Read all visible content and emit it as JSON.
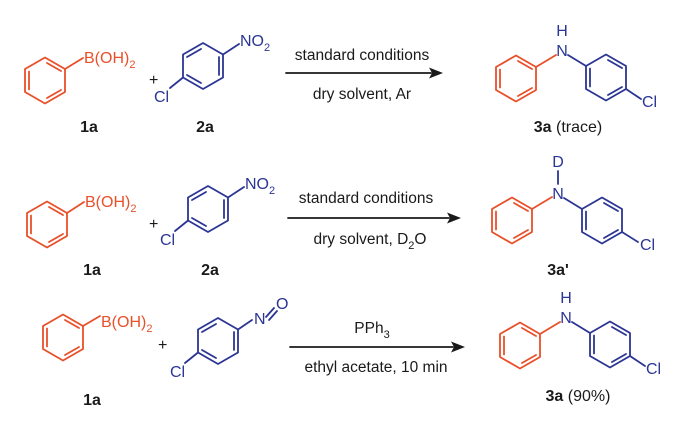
{
  "reactions": [
    {
      "reagents": {
        "boronic_label": "B(OH)",
        "boronic_sub": "2",
        "plus": "+",
        "nitro_label": "NO",
        "nitro_sub": "2",
        "cl_label": "Cl"
      },
      "arrow": {
        "above": "standard conditions",
        "below_pre": "dry solvent, Ar",
        "below_sub": "",
        "below_post": ""
      },
      "product": {
        "n_label": "N",
        "h_label": "H",
        "cl_label": "Cl",
        "cmpd_bold": "3a",
        "cmpd_rest": " (trace)"
      },
      "compound_labels": {
        "left": "1a",
        "middle": "2a"
      }
    },
    {
      "reagents": {
        "boronic_label": "B(OH)",
        "boronic_sub": "2",
        "plus": "+",
        "nitro_label": "NO",
        "nitro_sub": "2",
        "cl_label": "Cl"
      },
      "arrow": {
        "above": "standard conditions",
        "below_pre": "dry solvent, D",
        "below_sub": "2",
        "below_post": "O"
      },
      "product": {
        "n_label": "N",
        "h_label": "D",
        "cl_label": "Cl",
        "cmpd_bold": "3a'",
        "cmpd_rest": ""
      },
      "compound_labels": {
        "left": "1a",
        "middle": "2a"
      }
    },
    {
      "reagents": {
        "boronic_label": "B(OH)",
        "boronic_sub": "2",
        "plus": "+",
        "nitroso_n": "N",
        "nitroso_o": "O",
        "cl_label": "Cl"
      },
      "arrow": {
        "above_pre": "PPh",
        "above_sub": "3",
        "below_pre": "ethyl acetate, 10 min",
        "below_sub": "",
        "below_post": ""
      },
      "product": {
        "n_label": "N",
        "h_label": "H",
        "cl_label": "Cl",
        "cmpd_bold": "3a",
        "cmpd_rest": " (90%)"
      },
      "compound_labels": {
        "left": "1a",
        "middle": ""
      }
    }
  ],
  "colors": {
    "substrate_orange": "#e8502a",
    "substrate_blue": "#2b3594",
    "text_black": "#1a1a1a"
  }
}
